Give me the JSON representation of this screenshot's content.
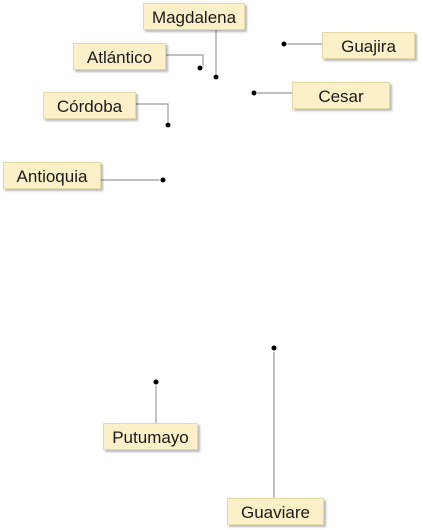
{
  "map": {
    "labels": {
      "magdalena": "Magdalena",
      "atlantico": "Atlántico",
      "guajira": "Guajira",
      "cesar": "Cesar",
      "cordoba": "Córdoba",
      "antioquia": "Antioquia",
      "putumayo": "Putumayo",
      "guaviare": "Guaviare"
    },
    "colors": {
      "label_fill": "#fbf0c8",
      "leader_line": "#9a9a9a",
      "marker": "#000000"
    }
  }
}
